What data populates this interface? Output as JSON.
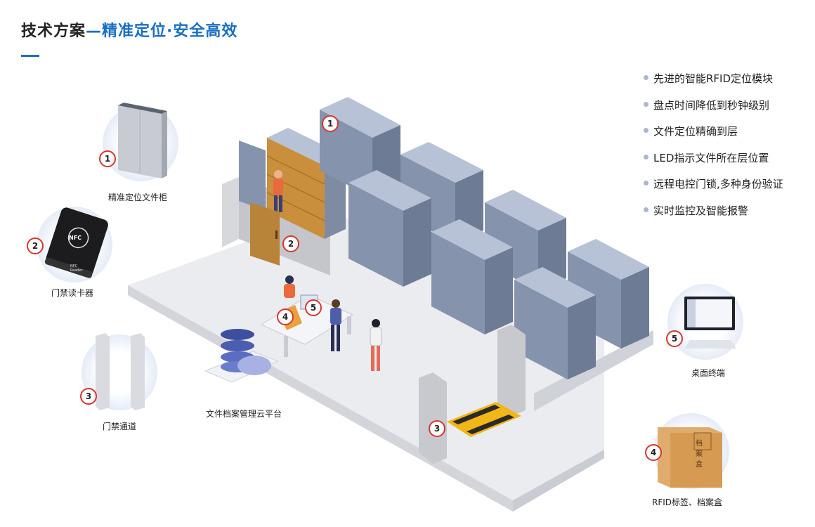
{
  "title": {
    "main": "技术方案",
    "accent": "—精准定位·安全高效"
  },
  "features": [
    "先进的智能RFID定位模块",
    "盘点时间降低到秒钟级别",
    "文件定位精确到层",
    "LED指示文件所在层位置",
    "远程电控门锁,多种身份验证",
    "实时监控及智能报警"
  ],
  "devices": [
    {
      "number": "1",
      "label": "精准定位文件柜",
      "icon": "file-cabinet-icon"
    },
    {
      "number": "2",
      "label": "门禁读卡器",
      "icon": "nfc-reader-icon",
      "device_text": "NFC",
      "device_subtext": "NFC Reader"
    },
    {
      "number": "3",
      "label": "门禁通道",
      "icon": "rfid-gate-icon"
    },
    {
      "number": "4",
      "label": "RFID标签、档案盒",
      "icon": "archive-box-icon",
      "box_text": "档案盒"
    },
    {
      "number": "5",
      "label": "桌面终端",
      "icon": "desktop-terminal-icon"
    }
  ],
  "platform": {
    "label": "文件档案管理云平台",
    "icon": "cloud-database-icon"
  },
  "scene_markers": [
    "1",
    "2",
    "3",
    "4",
    "5"
  ],
  "colors": {
    "accent": "#1a6fc4",
    "marker_ring": "#d9352b",
    "cabinet_body": "#8593ad",
    "cabinet_top": "#b7c2d6",
    "floor": "#e9eaee"
  }
}
